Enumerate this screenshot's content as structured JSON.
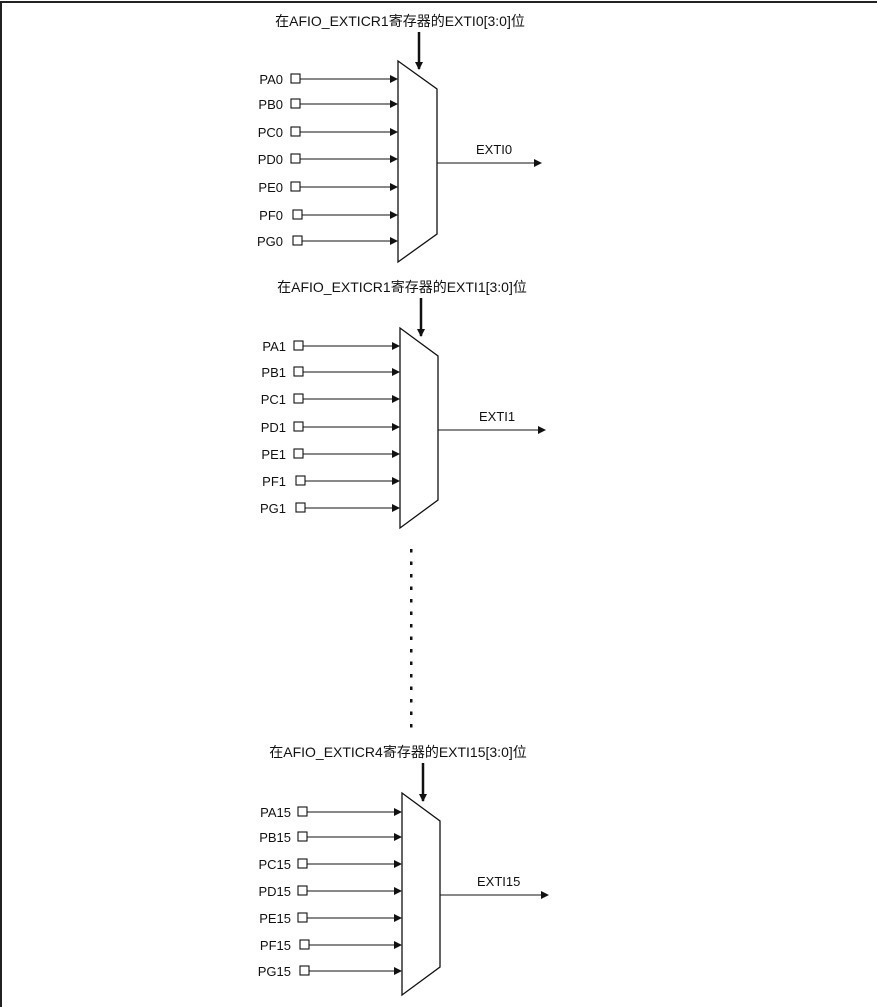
{
  "diagram": {
    "stroke_color": "#111111",
    "continuation_indicator": "vertical-dotted-line",
    "multiplexers": [
      {
        "select_label": "在AFIO_EXTICR1寄存器的EXTI0[3:0]位",
        "output_label": "EXTI0",
        "inputs": [
          "PA0",
          "PB0",
          "PC0",
          "PD0",
          "PE0",
          "PF0",
          "PG0"
        ]
      },
      {
        "select_label": "在AFIO_EXTICR1寄存器的EXTI1[3:0]位",
        "output_label": "EXTI1",
        "inputs": [
          "PA1",
          "PB1",
          "PC1",
          "PD1",
          "PE1",
          "PF1",
          "PG1"
        ]
      },
      {
        "select_label": "在AFIO_EXTICR4寄存器的EXTI15[3:0]位",
        "output_label": "EXTI15",
        "inputs": [
          "PA15",
          "PB15",
          "PC15",
          "PD15",
          "PE15",
          "PF15",
          "PG15"
        ]
      }
    ]
  }
}
